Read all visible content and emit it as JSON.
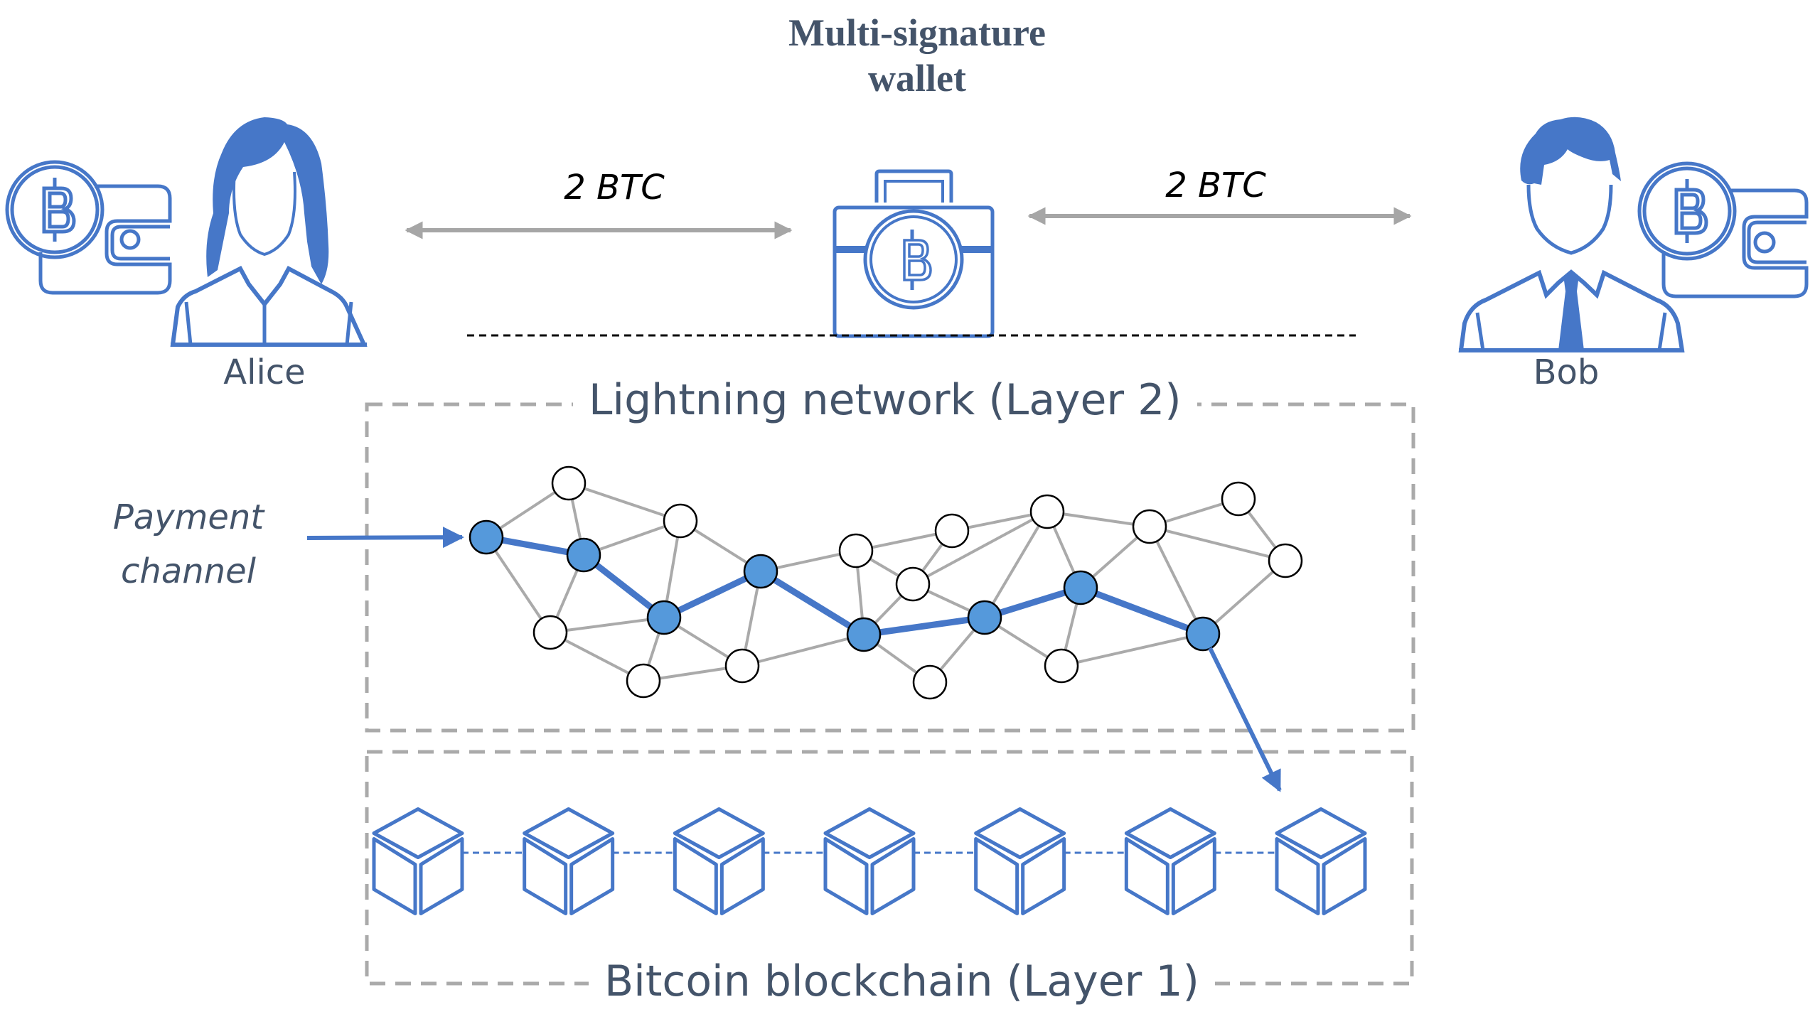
{
  "diagram": {
    "title_line1": "Multi-signature",
    "title_line2": "wallet",
    "parties": [
      {
        "name": "Alice",
        "icon": "woman-avatar-icon",
        "wallet_icon": "bitcoin-wallet-icon"
      },
      {
        "name": "Bob",
        "icon": "man-avatar-icon",
        "wallet_icon": "bitcoin-wallet-icon"
      }
    ],
    "multisig_icon": "bitcoin-briefcase-icon",
    "transfers": [
      {
        "from": "Alice",
        "to": "Multi-signature wallet",
        "label": "2 BTC",
        "direction": "bidirectional"
      },
      {
        "from": "Bob",
        "to": "Multi-signature wallet",
        "label": "2 BTC",
        "direction": "bidirectional"
      }
    ],
    "layer2": {
      "label": "Lightning network (Layer 2)",
      "annotation": "Payment channel",
      "nodes": [
        {
          "id": "B1",
          "on_payment_path": true
        },
        {
          "id": "B2",
          "on_payment_path": true
        },
        {
          "id": "B3",
          "on_payment_path": true
        },
        {
          "id": "B4",
          "on_payment_path": true
        },
        {
          "id": "B5",
          "on_payment_path": true
        },
        {
          "id": "B6",
          "on_payment_path": true
        },
        {
          "id": "B7",
          "on_payment_path": true
        },
        {
          "id": "B8",
          "on_payment_path": true
        },
        {
          "id": "W1",
          "on_payment_path": false
        },
        {
          "id": "W2",
          "on_payment_path": false
        },
        {
          "id": "W3",
          "on_payment_path": false
        },
        {
          "id": "W4",
          "on_payment_path": false
        },
        {
          "id": "W5",
          "on_payment_path": false
        },
        {
          "id": "W6",
          "on_payment_path": false
        },
        {
          "id": "W7",
          "on_payment_path": false
        },
        {
          "id": "W8",
          "on_payment_path": false
        },
        {
          "id": "W9",
          "on_payment_path": false
        },
        {
          "id": "W10",
          "on_payment_path": false
        },
        {
          "id": "W11",
          "on_payment_path": false
        },
        {
          "id": "W12",
          "on_payment_path": false
        },
        {
          "id": "W13",
          "on_payment_path": false
        },
        {
          "id": "W14",
          "on_payment_path": false
        }
      ],
      "payment_path": [
        "B1",
        "B2",
        "B3",
        "B4",
        "B5",
        "B6",
        "B7",
        "B8"
      ],
      "edges": [
        [
          "B1",
          "W1"
        ],
        [
          "B1",
          "W3"
        ],
        [
          "W1",
          "B2"
        ],
        [
          "W1",
          "W2"
        ],
        [
          "B2",
          "W2"
        ],
        [
          "B2",
          "W3"
        ],
        [
          "W2",
          "B3"
        ],
        [
          "W2",
          "B4"
        ],
        [
          "W3",
          "B3"
        ],
        [
          "W3",
          "W4"
        ],
        [
          "B3",
          "W4"
        ],
        [
          "B3",
          "W5"
        ],
        [
          "W5",
          "W4"
        ],
        [
          "W5",
          "B4"
        ],
        [
          "W5",
          "B5"
        ],
        [
          "B4",
          "W6"
        ],
        [
          "W6",
          "B5"
        ],
        [
          "W6",
          "W8"
        ],
        [
          "W6",
          "W7"
        ],
        [
          "W7",
          "W8"
        ],
        [
          "W7",
          "W10"
        ],
        [
          "W8",
          "W10"
        ],
        [
          "W8",
          "B5"
        ],
        [
          "W8",
          "B6"
        ],
        [
          "W10",
          "B6"
        ],
        [
          "W10",
          "B7"
        ],
        [
          "W10",
          "W12"
        ],
        [
          "B5",
          "W9"
        ],
        [
          "B6",
          "W9"
        ],
        [
          "B6",
          "W11"
        ],
        [
          "B7",
          "W11"
        ],
        [
          "B7",
          "W12"
        ],
        [
          "W12",
          "W13"
        ],
        [
          "W12",
          "B8"
        ],
        [
          "W12",
          "W14"
        ],
        [
          "W13",
          "W14"
        ],
        [
          "W14",
          "B8"
        ],
        [
          "B8",
          "W11"
        ]
      ]
    },
    "layer1": {
      "label": "Bitcoin blockchain (Layer 1)",
      "block_count": 7,
      "block_icon": "cube-block-icon"
    },
    "colors": {
      "accent_blue": "#4677C8",
      "node_fill_blue": "#5599DB",
      "edge_gray": "#AAAAAA",
      "text_slate": "#44546A",
      "box_dash_gray": "#AAAAAA"
    }
  }
}
